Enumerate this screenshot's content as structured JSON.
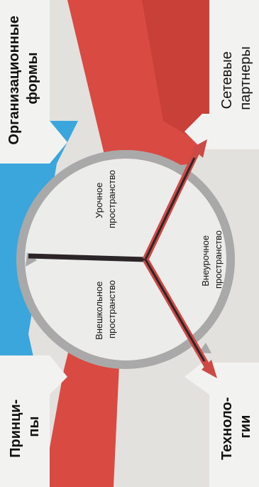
{
  "labels": {
    "organization_forms": "Организационные формы",
    "network_partners": "Сетевые партнеры",
    "principles": "Принци-пы",
    "technologies": "Техноло-гии",
    "lesson_space": "Урочное пространство",
    "extracurricular_space": "Внеурочное пространство",
    "outofschool_space": "Внешкольное пространство"
  },
  "colors": {
    "blue": "#3aa6dc",
    "red": "#d94a43",
    "circle_fill": "#ececeb",
    "ring": "#a8a9a8",
    "divider": "#2b2527",
    "divider_red": "#cc4a46",
    "box": "#f2f2f1"
  }
}
